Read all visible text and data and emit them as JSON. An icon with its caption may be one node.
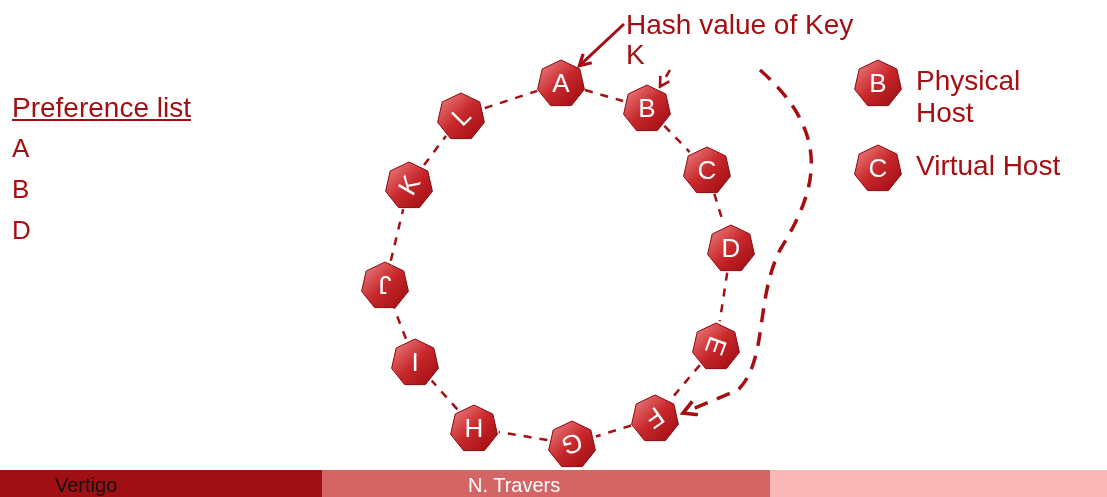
{
  "diagram": {
    "nodes": [
      {
        "text": [
          "A"
        ]
      },
      {
        "text": [
          "B"
        ]
      },
      {
        "text": [
          "C"
        ]
      },
      {
        "text": [
          "D"
        ]
      },
      {
        "text": [
          "E"
        ]
      },
      {
        "text": [
          "F"
        ]
      },
      {
        "text": [
          "G"
        ]
      },
      {
        "text": [
          "H"
        ]
      },
      {
        "text": [
          "I"
        ]
      },
      {
        "text": [
          "J"
        ]
      },
      {
        "text": [
          "K"
        ]
      },
      {
        "text": [
          "L"
        ]
      },
      {
        "text": [
          "B"
        ],
        "beside": [
          "Physical Host"
        ]
      },
      {
        "text": [
          "C"
        ],
        "beside": [
          "Virtual Host"
        ]
      },
      {
        "text": [
          "Hash value of Key K"
        ]
      }
    ],
    "edges": [
      {
        "from": 0,
        "to": 1,
        "arrow": "none",
        "style": "dashed"
      },
      {
        "from": 1,
        "to": 2,
        "arrow": "none",
        "style": "dashed"
      },
      {
        "from": 2,
        "to": 3,
        "arrow": "none",
        "style": "dashed"
      },
      {
        "from": 3,
        "to": 4,
        "arrow": "none",
        "style": "dashed"
      },
      {
        "from": 4,
        "to": 5,
        "arrow": "none",
        "style": "dashed"
      },
      {
        "from": 5,
        "to": 6,
        "arrow": "none",
        "style": "dashed"
      },
      {
        "from": 6,
        "to": 7,
        "arrow": "none",
        "style": "dashed"
      },
      {
        "from": 7,
        "to": 8,
        "arrow": "none",
        "style": "dashed"
      },
      {
        "from": 8,
        "to": 9,
        "arrow": "none",
        "style": "dashed"
      },
      {
        "from": 9,
        "to": 10,
        "arrow": "none",
        "style": "dashed"
      },
      {
        "from": 10,
        "to": 11,
        "arrow": "none",
        "style": "dashed"
      },
      {
        "from": 11,
        "to": 0,
        "arrow": "none",
        "style": "dashed"
      },
      {
        "from": 14,
        "to": 0,
        "arrow": "to"
      },
      {
        "from": 14,
        "to": 1,
        "arrow": "to",
        "style": "dashed"
      },
      {
        "from": 14,
        "to": 5,
        "arrow": "to",
        "style": "dashed"
      }
    ],
    "labels": [
      "Preference list",
      "A",
      "B",
      "D",
      "Vertigo",
      "N. Travers"
    ]
  }
}
